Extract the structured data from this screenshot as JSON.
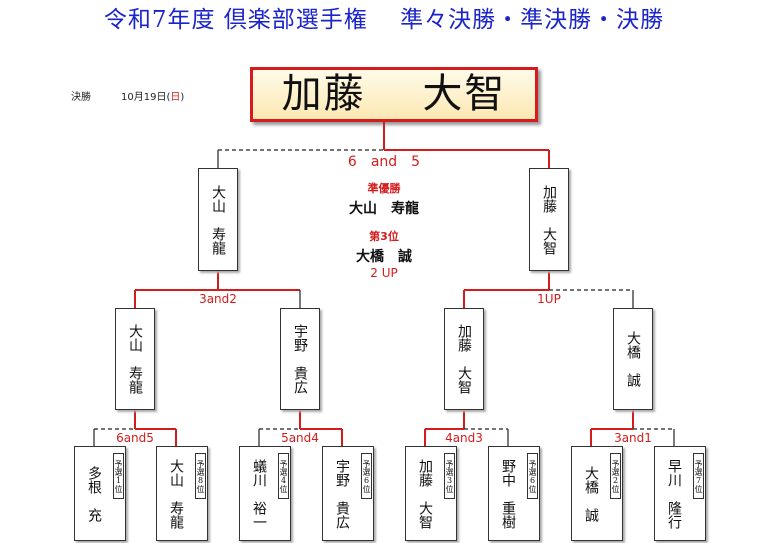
{
  "title": "令和7年度 倶楽部選手権　 準々決勝・準決勝・決勝",
  "final": {
    "round_label": "決勝",
    "date_label": "10月19日(",
    "day": "日",
    "date_close": ")"
  },
  "champion": "加藤　 大智",
  "results": {
    "runner_up_label": "準優勝",
    "runner_up_name": "大山　寿龍",
    "third_label": "第3位",
    "third_name": "大橋　誠",
    "third_score": "2 UP"
  },
  "scores": {
    "final": "6　and　5",
    "semi_left": "3and2",
    "semi_right": "1UP",
    "qf1": "6and5",
    "qf2": "5and4",
    "qf3": "4and3",
    "qf4": "3and1"
  },
  "finalists": {
    "left": "大山　寿龍",
    "right": "加藤　大智"
  },
  "semifinalists": [
    "大山　寿龍",
    "宇野　貴広",
    "加藤　大智",
    "大橋　誠"
  ],
  "qf_players": [
    {
      "name": "多根　充",
      "seed": "予選1位"
    },
    {
      "name": "大山　寿龍",
      "seed": "予選8位"
    },
    {
      "name": "蟻川　裕一",
      "seed": "予選4位"
    },
    {
      "name": "宇野　貴広",
      "seed": "予選6位"
    },
    {
      "name": "加藤　大智",
      "seed": "予選3位"
    },
    {
      "name": "野中　重樹",
      "seed": "予選6位"
    },
    {
      "name": "大橋　誠",
      "seed": "予選2位"
    },
    {
      "name": "早川　隆行",
      "seed": "予選7位"
    }
  ],
  "colors": {
    "title": "#1a24c8",
    "winner_line": "#d41c1c",
    "loser_line": "#222222",
    "champion_border": "#d41c1c"
  }
}
